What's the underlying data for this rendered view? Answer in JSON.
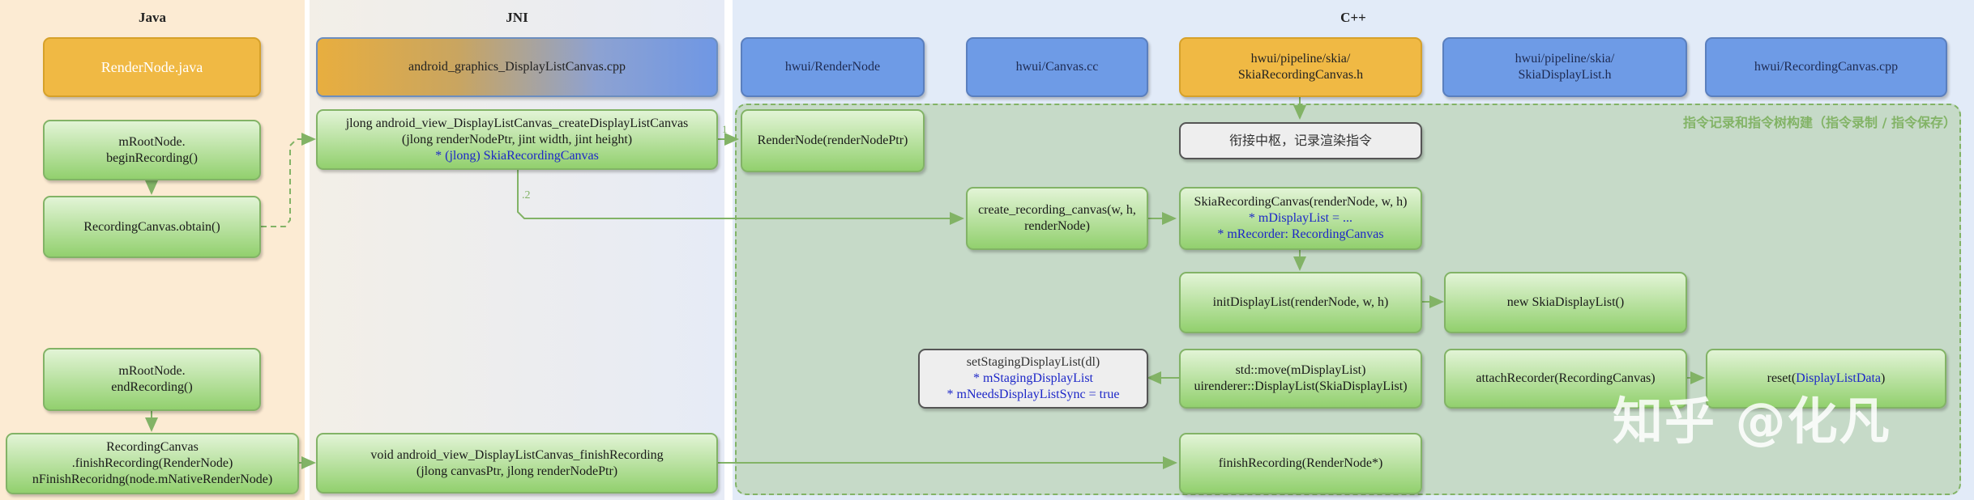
{
  "lanes": {
    "java": "Java",
    "jni": "JNI",
    "cpp": "C++"
  },
  "group_label": "指令记录和指令树构建（指令录制 / 指令保存）",
  "headers": {
    "render_node_java": "RenderNode.java",
    "jni_cpp": "android_graphics_DisplayListCanvas.cpp",
    "hwui_render_node": "hwui/RenderNode",
    "hwui_canvas": "hwui/Canvas.cc",
    "skia_recording_canvas": [
      "hwui/pipeline/skia/",
      "SkiaRecordingCanvas.h"
    ],
    "skia_display_list": [
      "hwui/pipeline/skia/",
      "SkiaDisplayList.h"
    ],
    "recording_canvas_cpp": "hwui/RecordingCanvas.cpp"
  },
  "nodes": {
    "begin_recording": [
      "mRootNode.",
      "beginRecording()"
    ],
    "obtain": "RecordingCanvas.obtain()",
    "end_recording": [
      "mRootNode.",
      "endRecording()"
    ],
    "finish_java": [
      "RecordingCanvas",
      ".finishRecording(RenderNode)",
      "nFinishRecoridng(node.mNativeRenderNode)"
    ],
    "create_dl_canvas": [
      "jlong android_view_DisplayListCanvas_createDisplayListCanvas",
      "(jlong renderNodePtr, jint width, jint height)",
      "* (jlong) SkiaRecordingCanvas"
    ],
    "finish_jni": [
      "void android_view_DisplayListCanvas_finishRecording",
      "(jlong canvasPtr, jlong renderNodePtr)"
    ],
    "render_node_ctor": "RenderNode(renderNodePtr)",
    "hub_note": "衔接中枢，记录渲染指令",
    "create_recording_canvas": [
      "create_recording_canvas(w, h,",
      "renderNode)"
    ],
    "skia_ctor": [
      "SkiaRecordingCanvas(renderNode, w, h)",
      "* mDisplayList = ...",
      "* mRecorder: RecordingCanvas"
    ],
    "init_dl": "initDisplayList(renderNode, w, h)",
    "new_skia_dl": "new SkiaDisplayList()",
    "std_move": [
      "std::move(mDisplayList)",
      "uirenderer::DisplayList(SkiaDisplayList)"
    ],
    "set_staging": [
      "setStagingDisplayList(dl)",
      "* mStagingDisplayList",
      "* mNeedsDisplayListSync = true"
    ],
    "attach_recorder": "attachRecorder(RecordingCanvas)",
    "reset": [
      "reset(",
      "DisplayListData",
      ")"
    ],
    "finish_cpp": "finishRecording(RenderNode*)"
  },
  "edge_labels": {
    "one": "1",
    "two": ".2"
  },
  "watermark": "知乎 @化凡",
  "colors": {
    "green_fill": "#92d06e",
    "green_stroke": "#82b366",
    "blue_fill": "#6e9be6",
    "orange_fill": "#f0b944",
    "group_fill": "#c6dac8",
    "code_blue": "#1d27c8"
  }
}
